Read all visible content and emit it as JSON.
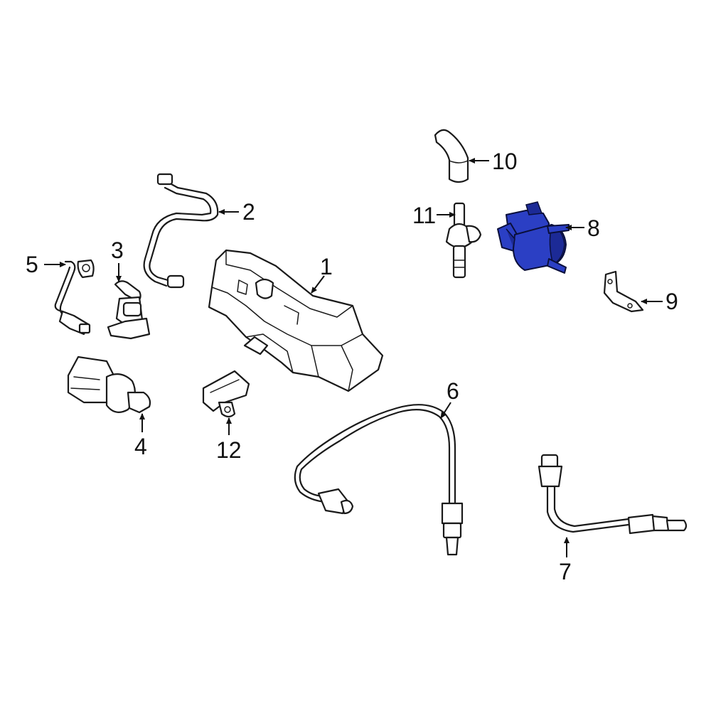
{
  "callouts": {
    "c1": "1",
    "c2": "2",
    "c3": "3",
    "c4": "4",
    "c5": "5",
    "c6": "6",
    "c7": "7",
    "c8": "8",
    "c9": "9",
    "c10": "10",
    "c11": "11",
    "c12": "12"
  },
  "highlight_color": "#2b3fc4",
  "highlighted_part": "8"
}
